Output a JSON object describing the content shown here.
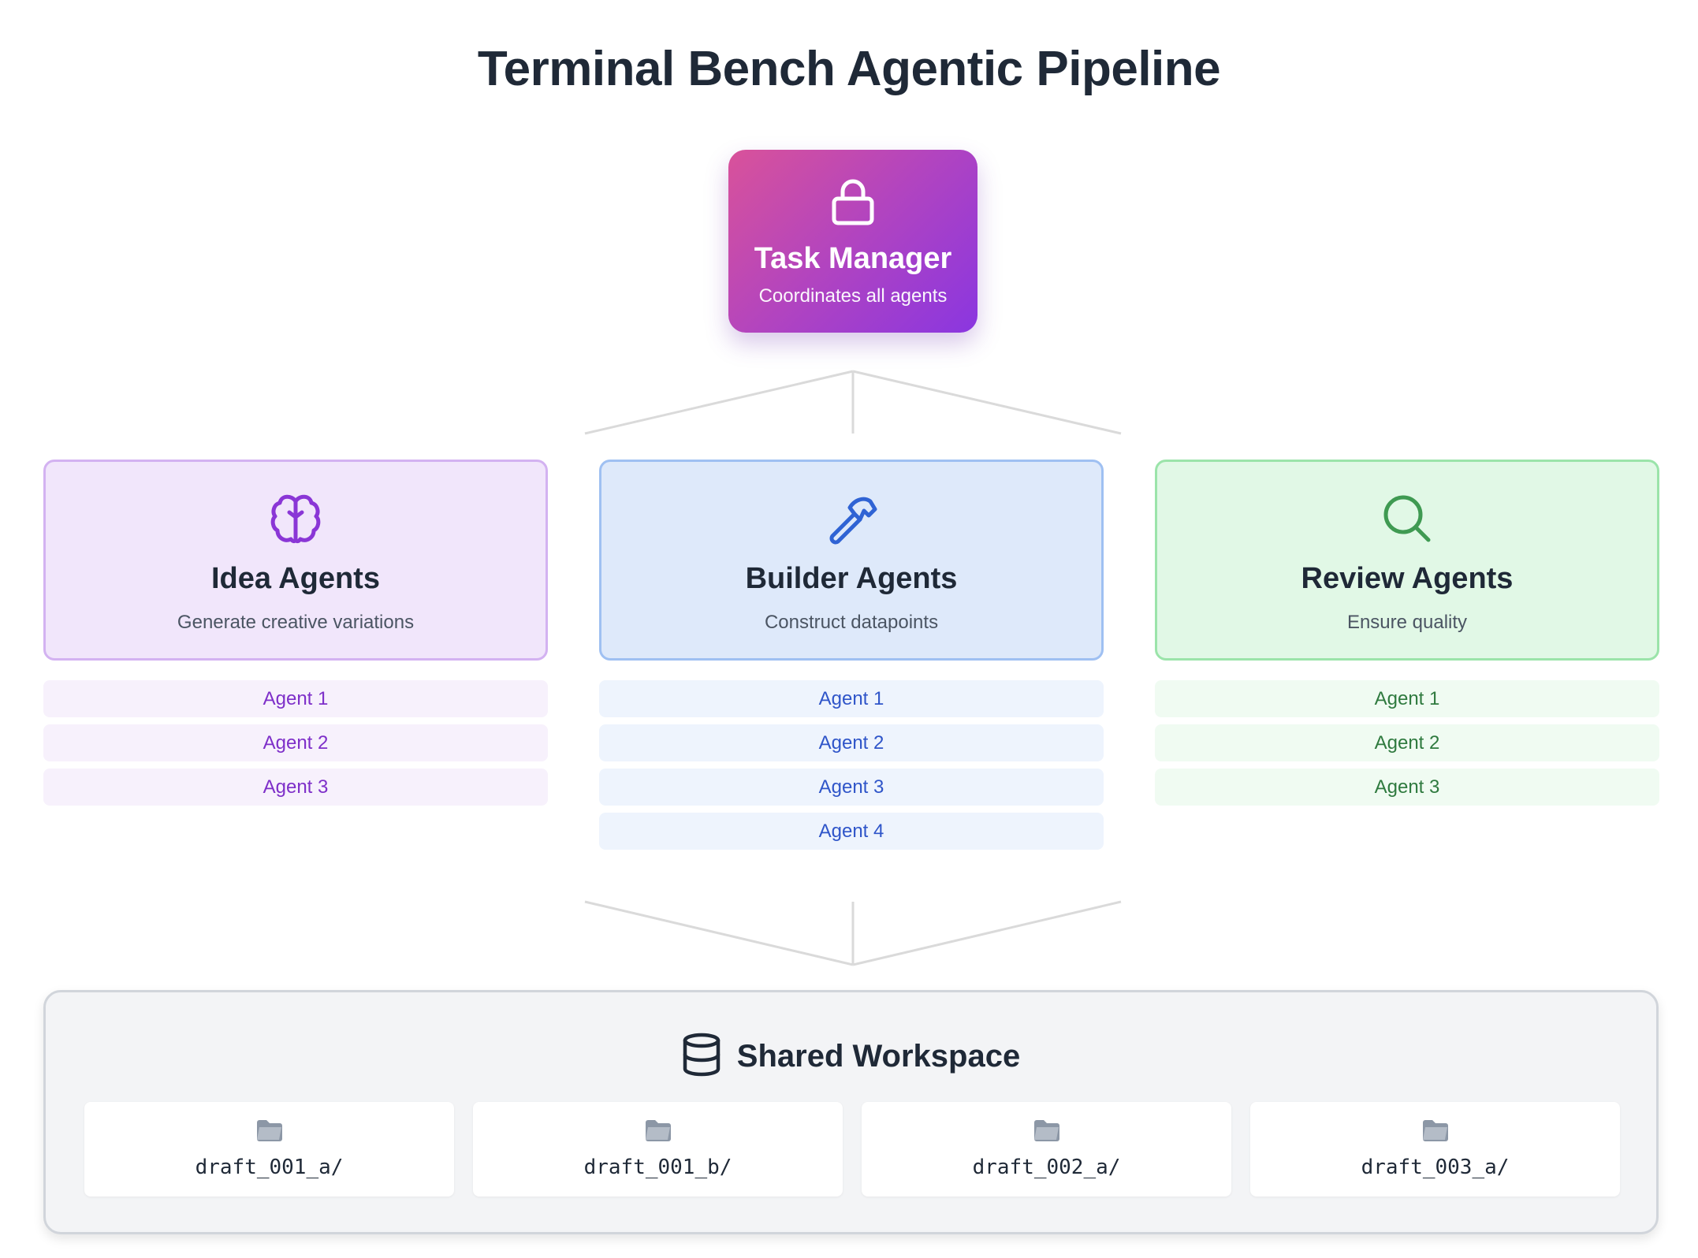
{
  "title": "Terminal Bench Agentic Pipeline",
  "task_manager": {
    "name": "Task Manager",
    "subtitle": "Coordinates all agents",
    "icon": "lock-icon",
    "gradient": [
      "#d9529a",
      "#8a36e0"
    ]
  },
  "groups": {
    "idea": {
      "name": "Idea Agents",
      "subtitle": "Generate creative variations",
      "icon": "brain-icon",
      "accent": "#7e2fc9",
      "agents": [
        "Agent 1",
        "Agent 2",
        "Agent 3"
      ]
    },
    "builder": {
      "name": "Builder Agents",
      "subtitle": "Construct datapoints",
      "icon": "hammer-icon",
      "accent": "#2f55c9",
      "agents": [
        "Agent 1",
        "Agent 2",
        "Agent 3",
        "Agent 4"
      ]
    },
    "review": {
      "name": "Review Agents",
      "subtitle": "Ensure quality",
      "icon": "search-icon",
      "accent": "#2f7a3f",
      "agents": [
        "Agent 1",
        "Agent 2",
        "Agent 3"
      ]
    }
  },
  "workspace": {
    "title": "Shared Workspace",
    "icon": "database-icon",
    "folders": [
      "draft_001_a/",
      "draft_001_b/",
      "draft_002_a/",
      "draft_003_a/"
    ]
  }
}
